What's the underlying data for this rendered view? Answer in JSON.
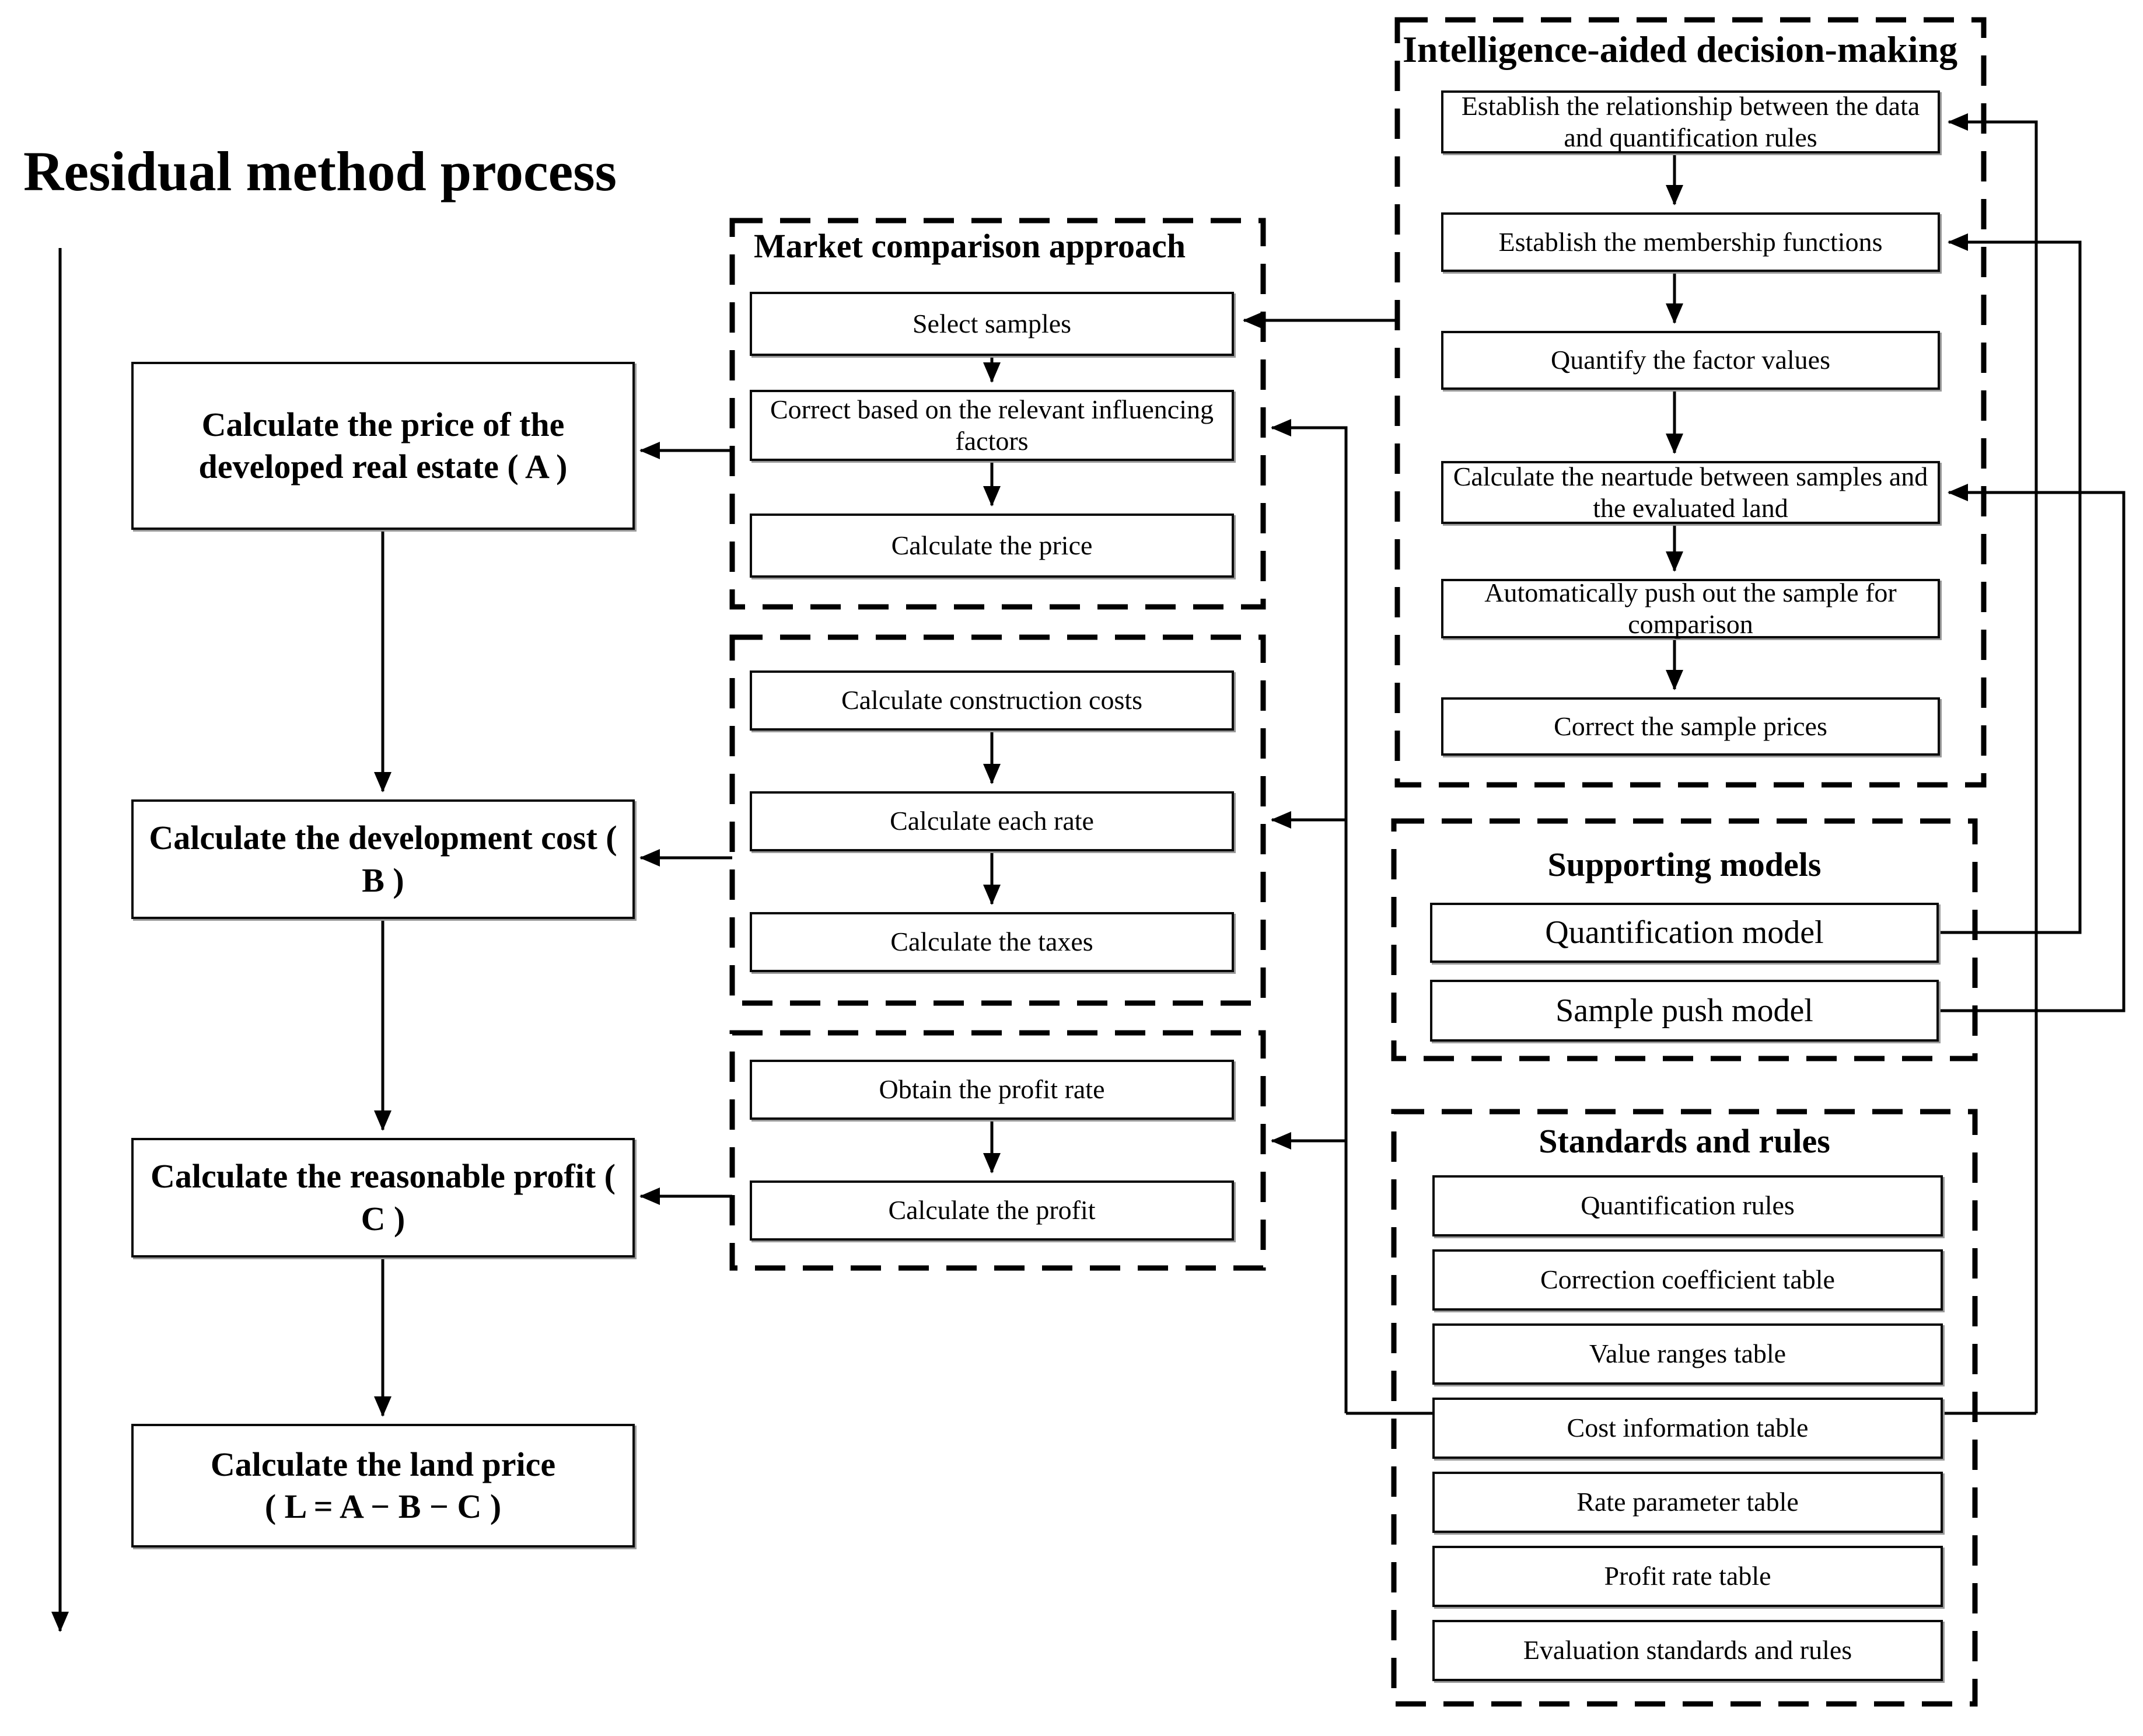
{
  "page_title": "Residual method process",
  "left_flow": {
    "boxes": [
      {
        "label": "Calculate the price of the developed real estate ( A )"
      },
      {
        "label": "Calculate the development cost ( B )"
      },
      {
        "label": "Calculate the reasonable profit ( C )"
      },
      {
        "label_line1": "Calculate the land price",
        "label_line2": "( L = A  −  B  −  C )"
      }
    ]
  },
  "market_comparison": {
    "title": "Market comparison approach",
    "steps": [
      "Select samples",
      "Correct based on the relevant influencing factors",
      "Calculate the price"
    ]
  },
  "cost_group": {
    "steps": [
      "Calculate construction costs",
      "Calculate each rate",
      "Calculate the taxes"
    ]
  },
  "profit_group": {
    "steps": [
      "Obtain the profit rate",
      "Calculate the profit"
    ]
  },
  "intelligence": {
    "title": "Intelligence-aided decision-making",
    "steps": [
      "Establish the relationship between the data and quantification rules",
      "Establish the membership functions",
      "Quantify the factor values",
      "Calculate the neartude between samples and the evaluated land",
      "Automatically push out the sample for comparison",
      "Correct the sample prices"
    ]
  },
  "supporting_models": {
    "title": "Supporting models",
    "items": [
      "Quantification model",
      "Sample push model"
    ]
  },
  "standards_rules": {
    "title": "Standards and rules",
    "items": [
      "Quantification rules",
      "Correction coefficient table",
      "Value ranges table",
      "Cost information table",
      "Rate parameter table",
      "Profit rate table",
      "Evaluation standards and rules"
    ]
  },
  "colors": {
    "ink": "#000000",
    "box_border": "#0a0a0a",
    "background": "#ffffff"
  }
}
